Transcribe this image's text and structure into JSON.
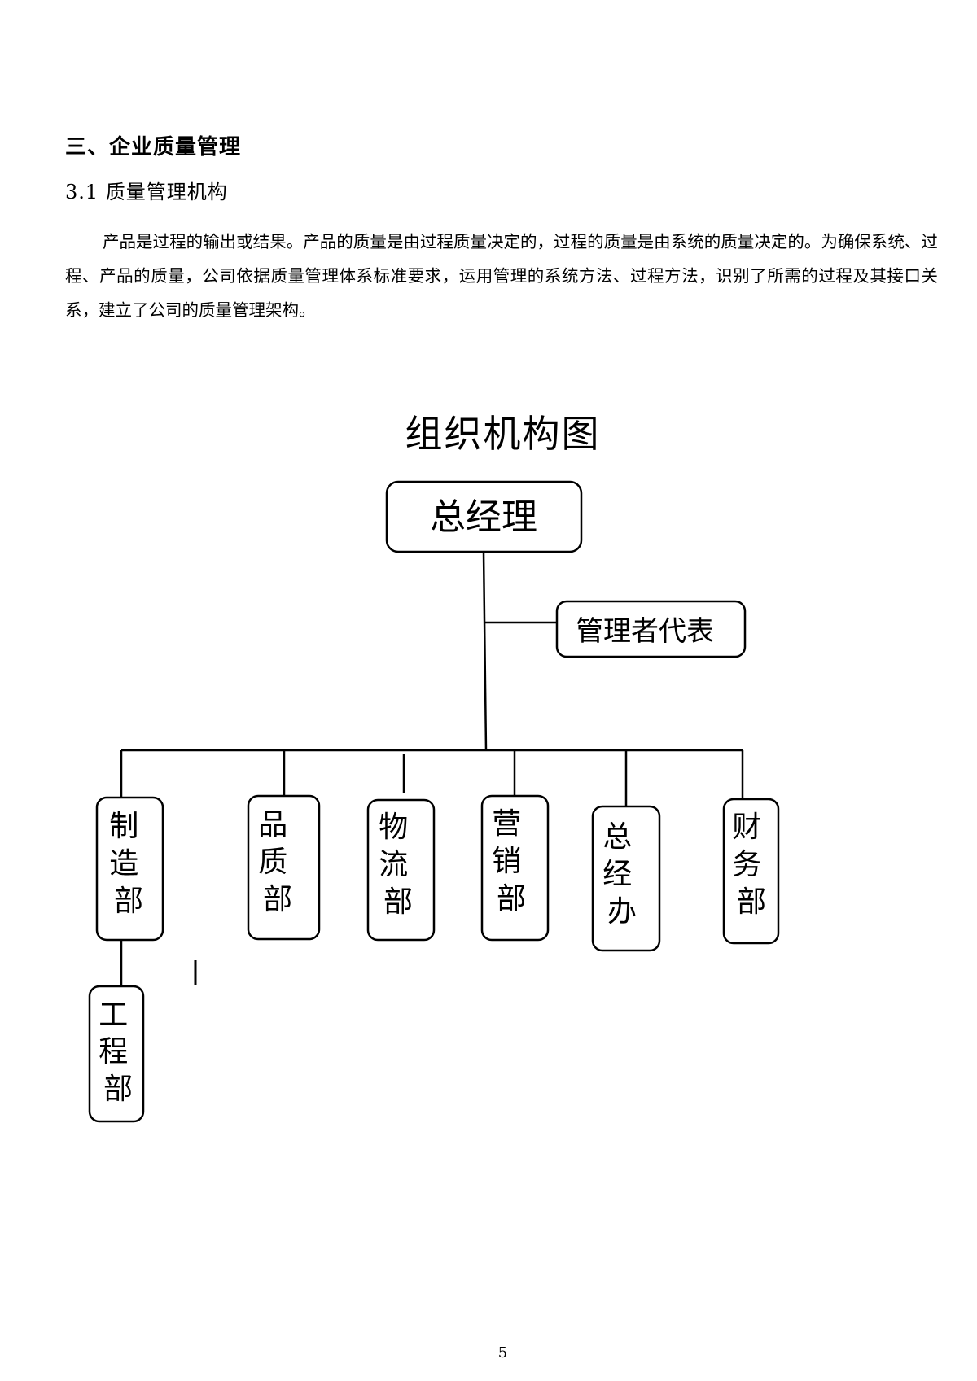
{
  "section": {
    "heading": "三、企业质量管理"
  },
  "subsection": {
    "heading": "3.1 质量管理机构"
  },
  "paragraph": "产品是过程的输出或结果。产品的质量是由过程质量决定的，过程的质量是由系统的质量决定的。为确保系统、过程、产品的质量，公司依据质量管理体系标准要求，运用管理的系统方法、过程方法，识别了所需的过程及其接口关系，建立了公司的质量管理架构。",
  "org_chart": {
    "title": "组织机构图",
    "top": {
      "label": "总经理"
    },
    "side": {
      "label": "管理者代表"
    },
    "departments": [
      {
        "label": "制造部"
      },
      {
        "label": "品质部"
      },
      {
        "label": "物流部"
      },
      {
        "label": "营销部"
      },
      {
        "label": "总经办"
      },
      {
        "label": "财务部"
      }
    ],
    "sub_departments": [
      {
        "label": "工程部"
      }
    ]
  },
  "page_number": "5"
}
